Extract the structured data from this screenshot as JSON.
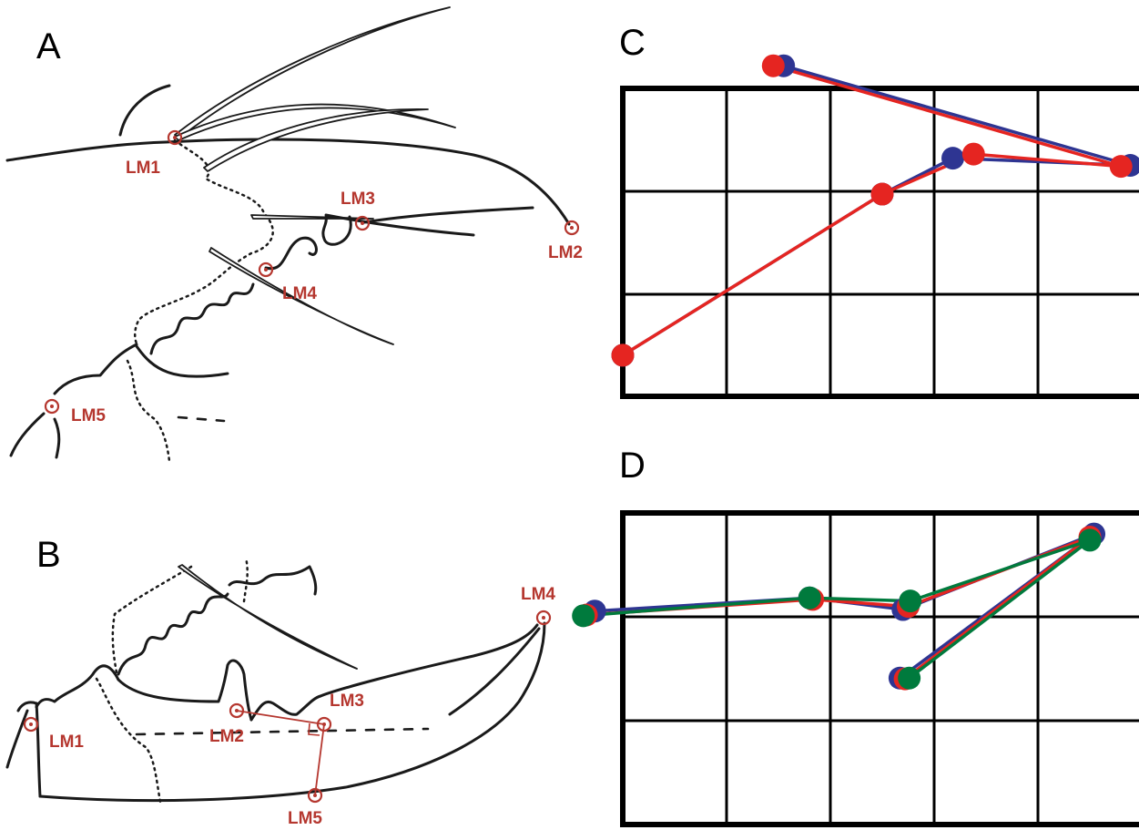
{
  "panels": {
    "a": {
      "letter": "A"
    },
    "b": {
      "letter": "B"
    },
    "c": {
      "letter": "C"
    },
    "d": {
      "letter": "D"
    }
  },
  "landmarks": {
    "a": [
      "LM1",
      "LM2",
      "LM3",
      "LM4",
      "LM5"
    ],
    "b": [
      "LM1",
      "LM2",
      "LM3",
      "LM4",
      "LM5"
    ]
  },
  "colors": {
    "landmark": "#b5372f",
    "blue": "#2e3592",
    "red": "#e52521",
    "green": "#007a3d"
  },
  "plots": {
    "c": {
      "columns": 5,
      "rows": 3,
      "series": [
        {
          "color": "blue",
          "points": [
            [
              1.55,
              -0.22
            ],
            [
              4.89,
              0.75
            ],
            [
              3.18,
              0.68
            ],
            [
              2.5,
              1.03
            ],
            [
              0,
              2.6
            ]
          ]
        },
        {
          "color": "red",
          "points": [
            [
              1.45,
              -0.22
            ],
            [
              4.8,
              0.76
            ],
            [
              3.38,
              0.64
            ],
            [
              2.5,
              1.03
            ],
            [
              0,
              2.6
            ]
          ]
        }
      ]
    },
    "d": {
      "columns": 5,
      "rows": 4,
      "series": [
        {
          "color": "blue",
          "points": [
            [
              -0.27,
              1.26
            ],
            [
              1.8,
              1.09
            ],
            [
              2.7,
              1.24
            ],
            [
              4.54,
              0.27
            ],
            [
              2.67,
              2.12
            ]
          ]
        },
        {
          "color": "red",
          "points": [
            [
              -0.35,
              1.31
            ],
            [
              1.83,
              1.11
            ],
            [
              2.75,
              1.2
            ],
            [
              4.5,
              0.31
            ],
            [
              2.72,
              2.13
            ]
          ]
        },
        {
          "color": "green",
          "points": [
            [
              -0.38,
              1.32
            ],
            [
              1.8,
              1.09
            ],
            [
              2.77,
              1.13
            ],
            [
              4.5,
              0.35
            ],
            [
              2.76,
              2.12
            ]
          ]
        }
      ]
    }
  }
}
